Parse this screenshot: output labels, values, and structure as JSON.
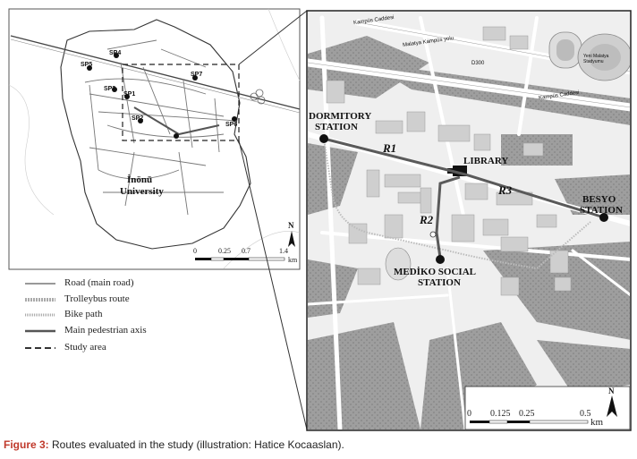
{
  "caption": {
    "label": "Figure 3:",
    "text": " Routes evaluated in the study (illustration: Hatice Kocaaslan)."
  },
  "overview": {
    "university_line1": "İnönü",
    "university_line2": "University",
    "station_codes": [
      "SP5",
      "SP4",
      "SP3",
      "SP1",
      "SP2",
      "SP7",
      "SP6"
    ],
    "scale": [
      "0",
      "0.25",
      "0.7",
      "1.4",
      "km"
    ],
    "north": "N"
  },
  "legend": [
    {
      "label": "Road (main road)",
      "style": "road"
    },
    {
      "label": "Trolleybus route",
      "style": "trolleybus"
    },
    {
      "label": "Bike path",
      "style": "bike"
    },
    {
      "label": "Main pedestrian axis",
      "style": "pedestrian"
    },
    {
      "label": "Study area",
      "style": "study"
    }
  ],
  "detail": {
    "stations": {
      "dormitory_line1": "DORMITORY",
      "dormitory_line2": "STATION",
      "library": "LIBRARY",
      "besyo_line1": "BESYO",
      "besyo_line2": "STATION",
      "mediko_line1": "MEDİKO SOCIAL",
      "mediko_line2": "STATION"
    },
    "routes": [
      "R1",
      "R2",
      "R3"
    ],
    "street_labels": [
      "Kampüs Caddesi",
      "Malatya Kampüs yolu",
      "D300",
      "Kampüs Caddesi"
    ],
    "stadium_label": "Yeni Malatya Stadyumu",
    "scale": [
      "0",
      "0.125",
      "0.25",
      "0.5",
      "km"
    ],
    "north": "N"
  },
  "colors": {
    "route": "#555555",
    "station": "#111111",
    "vegetation": "#9a9a9a",
    "building": "#d4d4d4",
    "border": "#222222"
  }
}
